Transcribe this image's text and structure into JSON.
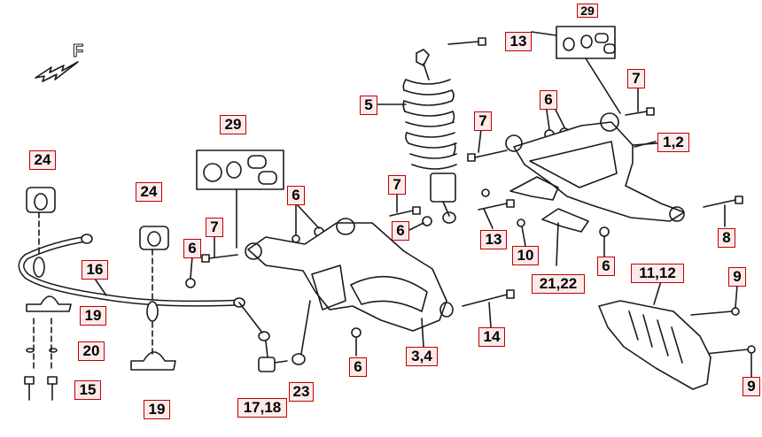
{
  "colors": {
    "line": "#1a1a1a",
    "callout_border": "#c00000",
    "callout_fill": "#fdeaea"
  },
  "icons": {
    "front": "front-direction-arrow-icon"
  },
  "front_label": "F",
  "callouts": {
    "c29_top": "29",
    "c13_top": "13",
    "c5": "5",
    "c7_right": "7",
    "c6_top": "6",
    "c7_mid": "7",
    "c1_2": "1,2",
    "c29_left": "29",
    "c24_left": "24",
    "c24_mid": "24",
    "c6_cluster": "6",
    "c7_center": "7",
    "c6_center": "6",
    "c13_mid": "13",
    "c8": "8",
    "c7_left": "7",
    "c6_left": "6",
    "c16": "16",
    "c10": "10",
    "c6_right": "6",
    "c21_22": "21,22",
    "c11_12": "11,12",
    "c9_top": "9",
    "c19_left": "19",
    "c20": "20",
    "c14": "14",
    "c3_4": "3,4",
    "c6_bottom": "6",
    "c15": "15",
    "c17_18": "17,18",
    "c23": "23",
    "c19_bottom": "19",
    "c9_bottom": "9"
  }
}
